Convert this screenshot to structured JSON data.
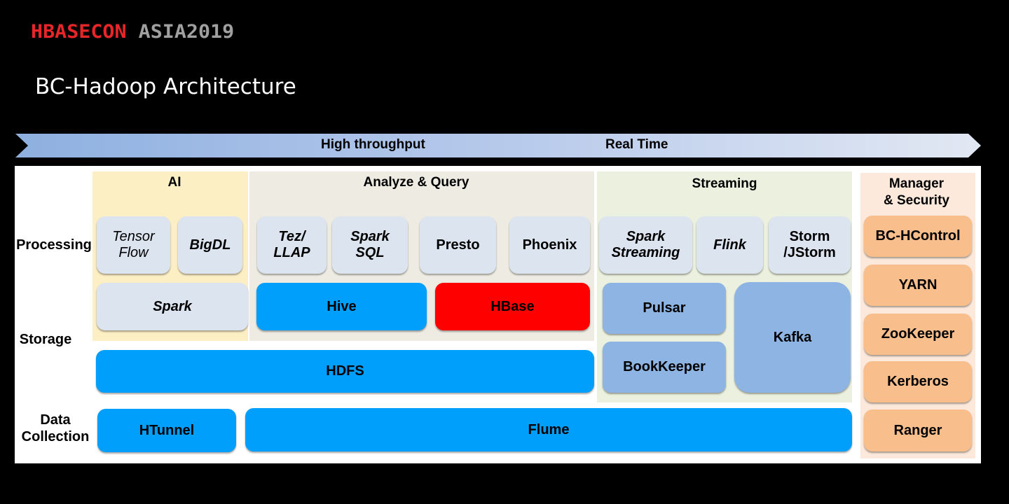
{
  "header": {
    "logo_red": "HBASECON",
    "logo_gray": "ASIA2019",
    "title": "BC-Hadoop Architecture"
  },
  "arrow": {
    "left_label": "High throughput",
    "right_label": "Real Time"
  },
  "row_labels": {
    "processing": "Processing",
    "storage": "Storage",
    "data_collection": "Data\nCollection"
  },
  "regions": {
    "ai": {
      "title": "AI",
      "color": "#fdefc4"
    },
    "analyze": {
      "title": "Analyze & Query",
      "color": "#eeece2"
    },
    "streaming": {
      "title": "Streaming",
      "color": "#ebf1de"
    },
    "manager": {
      "title": "Manager\n& Security",
      "color": "#fce9db"
    }
  },
  "components": {
    "tensorflow": "Tensor\nFlow",
    "bigdl": "BigDL",
    "spark": "Spark",
    "tez_llap": "Tez/\nLLAP",
    "spark_sql": "Spark\nSQL",
    "presto": "Presto",
    "phoenix": "Phoenix",
    "hive": "Hive",
    "hbase": "HBase",
    "spark_streaming": "Spark\nStreaming",
    "flink": "Flink",
    "storm": "Storm\n/JStorm",
    "pulsar": "Pulsar",
    "bookkeeper": "BookKeeper",
    "kafka": "Kafka",
    "hdfs": "HDFS",
    "htunnel": "HTunnel",
    "flume": "Flume",
    "bc_hcontrol": "BC-HControl",
    "yarn": "YARN",
    "zookeeper": "ZooKeeper",
    "kerberos": "Kerberos",
    "ranger": "Ranger"
  },
  "colors": {
    "logo_red": "#e8262a",
    "logo_gray": "#a0a0a0",
    "light_box": "#dce4ef",
    "blue_box": "#009ffb",
    "hbase_red": "#ff0000",
    "streaming_blue": "#8eb4e3",
    "manager_orange": "#f8be8c"
  }
}
